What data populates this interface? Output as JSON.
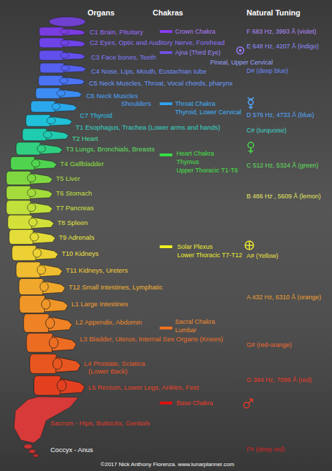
{
  "diagram": {
    "labels": [
      "Organs",
      "Chakras",
      "Natural Tuning",
      "C1 Brain, Pituitary",
      "Crown Chakra",
      "F 683 Hz, 3993 Å (violet)",
      "C2 Eyes, Optic and Auditory Nerve, Forehead",
      "E 648 Hz, 4207 Å (indigo)",
      "Ajna (Third Eye)",
      "C3 Face bones, Teeth",
      "Pineal, Upper Cervical",
      "C4 Nose, Lips, Mouth, Eustachian tube",
      "D# (deep blue)",
      "C5 Neck Muscles, Throat, Vocal chords, pharynx",
      "C6 Neck Muscles Shoulders",
      "Throat Chakra",
      "Thyroid, Lower Cervical",
      "D 576 Hz, 4733 Å (blue)",
      "C7 Thyroid",
      "T1 Esophagus, Trachea (Lower arms and hands)",
      "C# (turquoise)",
      "T2 Heart",
      "T3 Lungs, Bronchials, Breasts",
      "Heart Chakra",
      "Thymus",
      "T4 Gallbladder",
      "C 512 Hz, 5324 Å (green)",
      "Upper Thoracic T1-T6",
      "T5 Liver",
      "T6 Stomach",
      "B 486 Hz , 5609 Å (lemon)",
      "T7 Pancreas",
      "T8 Spleen",
      "T9 Adrenals",
      "Solar Plexus",
      "T10 Kidneys",
      "Lower Thoracic T7-T12",
      "A# (Yellow)",
      "T11 Kidneys, Ureters",
      "T12 Small Intestines, Lymphatic",
      "A 432 Hz, 6310 Å (orange)",
      "L1 Large Intestines",
      "L2 Appendix, Abdomin",
      "Sacral Chakra",
      "Lumbar",
      "L3 Bladder, Uterus, Internal Sex Organs (Knees)",
      "G# (red-orange)",
      "L4 Prostate, Sciatica (Lower Back)",
      "G 384 Hz, 7099 Å (red)",
      "L5 Rectum, Lower Legs, Ankles, Feet",
      "Base Chakra",
      "Sacrum - Hips, Buttocks, Genitals",
      "Coccyx - Anus",
      "F# (deep red)",
      "©2017 Nick Anthony Fiorenza. www.lunarplanner.com"
    ]
  }
}
